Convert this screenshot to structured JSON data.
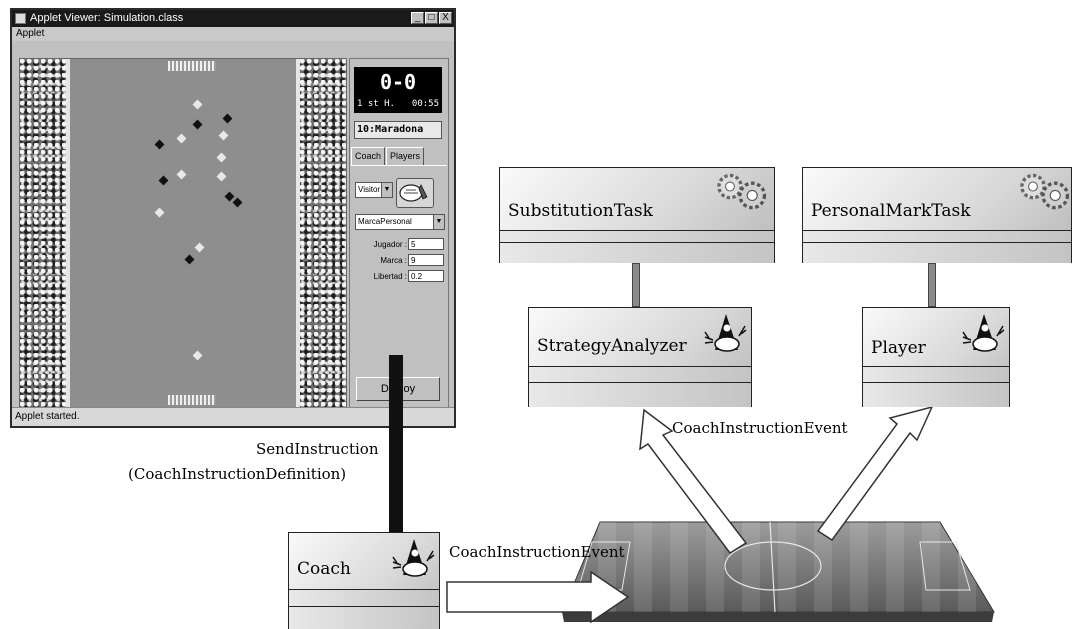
{
  "applet": {
    "title": "Applet Viewer: Simulation.class",
    "menu": "Applet",
    "window_buttons": [
      "_",
      "□",
      "X"
    ],
    "score": "0-0",
    "half": "1 st H.",
    "time": "00:55",
    "player_display": "10:Maradona",
    "tabs": [
      "Coach",
      "Players"
    ],
    "team_select": "Visitor",
    "task_select": "MarcaPersonal",
    "fields": [
      {
        "label": "Jugador :",
        "value": "5"
      },
      {
        "label": "Marca :",
        "value": "9"
      },
      {
        "label": "Libertad :",
        "value": "0.2"
      }
    ],
    "deploy_button": "Deploy",
    "status": "Applet started."
  },
  "nodes": {
    "substitution_task": "SubstitutionTask",
    "personal_mark_task": "PersonalMarkTask",
    "strategy_analyzer": "StrategyAnalyzer",
    "player": "Player",
    "coach": "Coach"
  },
  "labels": {
    "send_instruction_1": "SendInstruction",
    "send_instruction_2": "(CoachInstructionDefinition)",
    "coach_event_top": "CoachInstructionEvent",
    "coach_event_bottom": "CoachInstructionEvent"
  },
  "icons": {
    "task": "gears-icon",
    "agent": "duke-icon"
  }
}
